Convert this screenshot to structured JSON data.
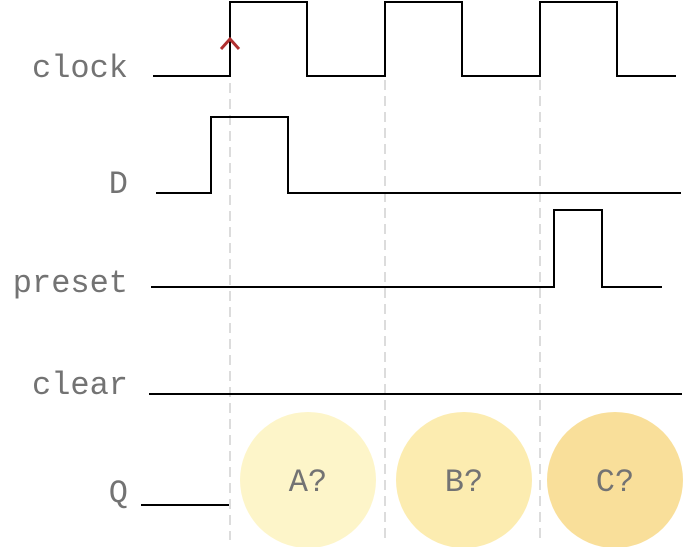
{
  "signals": {
    "clock": {
      "label": "clock"
    },
    "d": {
      "label": "D"
    },
    "preset": {
      "label": "preset"
    },
    "clear": {
      "label": "clear"
    },
    "q": {
      "label": "Q"
    }
  },
  "unknowns": [
    {
      "label": "A?",
      "color": "#fdf5c9"
    },
    {
      "label": "B?",
      "color": "#fcecb0"
    },
    {
      "label": "C?",
      "color": "#f9df9a"
    }
  ],
  "colors": {
    "wave": "#000000",
    "label": "#737373",
    "guide": "#d0d0d0",
    "rising_edge_marker": "#b03030"
  },
  "icons": {
    "rising_edge_marker": "caret-up-icon"
  }
}
